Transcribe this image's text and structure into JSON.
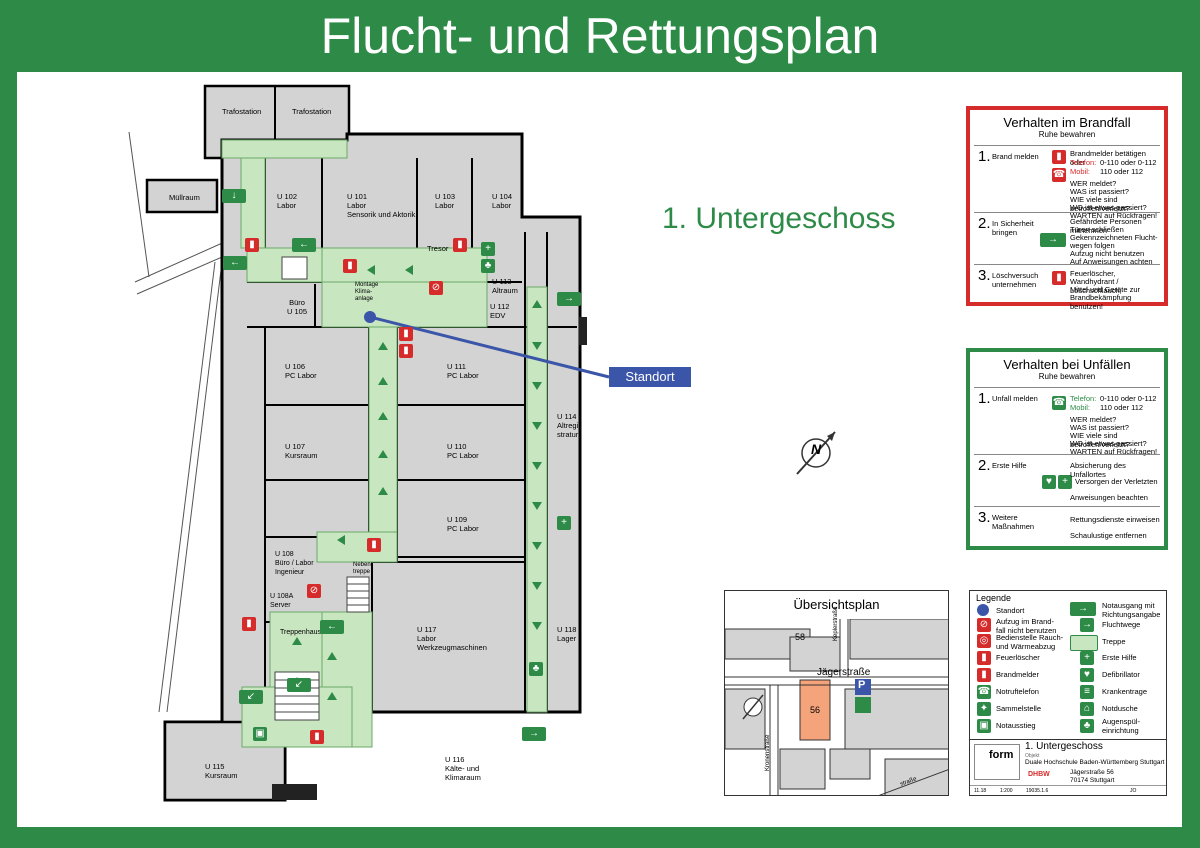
{
  "title": "Flucht- und Rettungsplan",
  "subtitle": "1. Untergeschoss",
  "standort_label": "Standort",
  "compass": "N",
  "rooms": {
    "trafo1": "Trafostation",
    "trafo2": "Trafostation",
    "muell": "Müllraum",
    "u102": "U 102\nLabor",
    "u101": "U 101\nLabor\nSensorik und Aktorik",
    "u103": "U 103\nLabor",
    "u104": "U 104\nLabor",
    "tresor": "Tresor",
    "u113": "U 113\nAltraum",
    "u112": "U 112\nEDV",
    "u105": "Büro\nU 105",
    "montage": "Montage\nKlima-\nanlage",
    "u106": "U 106\nPC Labor",
    "u111": "U 111\nPC Labor",
    "u107": "U 107\nKursraum",
    "u110": "U 110\nPC Labor",
    "u114": "U 114\nAltregi-\nstratur",
    "u109": "U 109\nPC Labor",
    "u108": "U 108\nBüro / Labor\nIngenieur",
    "u108a": "U 108A\nServer",
    "nebentreppe": "Neben-\ntreppe",
    "u117": "U 117\nLabor\nWerkzeugmaschinen",
    "u118": "U 118\nLager",
    "treppenhaus": "Treppenhaus",
    "u115": "U 115\nKursraum",
    "u116": "U 116\nKälte- und\nKlimaraum"
  },
  "brandfall": {
    "title": "Verhalten im Brandfall",
    "sub": "Ruhe bewahren",
    "s1_num": "1.",
    "s1_label": "Brand melden",
    "s1_l1": "Brandmelder betätigen oder",
    "s1_l2_label": "Telefon:",
    "s1_l2_value": "0-110 oder 0-112",
    "s1_l3_label": "Mobil:",
    "s1_l3_value": "110 oder 112",
    "s1_q": [
      "WER meldet?",
      "WAS ist passiert?",
      "WIE viele sind betroffen/verletzt?",
      "WO ist etwas passiert?",
      "WARTEN auf Rückfragen!"
    ],
    "s2_num": "2.",
    "s2_label": "In Sicherheit\nbringen",
    "s2_lines": [
      "Gefährdete Personen mitnehmen",
      "Türen schließen",
      "Gekennzeichneten Flucht-",
      "wegen folgen",
      "Aufzug nicht benutzen",
      "Auf Anweisungen achten"
    ],
    "s3_num": "3.",
    "s3_label": "Löschversuch\nunternehmen",
    "s3_lines": [
      "Feuerlöscher,",
      "Wandhydrant / Löschschlauch,",
      "Mittel und Geräte zur",
      "Brandbekämpfung benutzen!"
    ]
  },
  "unfall": {
    "title": "Verhalten bei Unfällen",
    "sub": "Ruhe bewahren",
    "s1_num": "1.",
    "s1_label": "Unfall melden",
    "s1_l1_label": "Telefon:",
    "s1_l1_value": "0-110 oder 0-112",
    "s1_l2_label": "Mobil:",
    "s1_l2_value": "110 oder 112",
    "s1_q": [
      "WER meldet?",
      "WAS ist passiert?",
      "WIE viele sind betroffen/verletzt?",
      "WO ist etwas passiert?",
      "WARTEN auf Rückfragen!"
    ],
    "s2_num": "2.",
    "s2_label": "Erste Hilfe",
    "s2_lines": [
      "Absicherung des Unfallortes",
      "Versorgen der Verletzten",
      "Anweisungen beachten"
    ],
    "s3_num": "3.",
    "s3_label": "Weitere\nMaßnahmen",
    "s3_lines": [
      "Rettungsdienste einweisen",
      "Schaulustige entfernen"
    ]
  },
  "overview": {
    "title": "Übersichtsplan",
    "building58": "58",
    "building56": "56",
    "street1": "Jägerstraße",
    "street2": "Keplerstraße",
    "street3": "Kronenstraße",
    "street4": "straße",
    "parking": "P"
  },
  "legend": {
    "title": "Legende",
    "left": [
      "Standort",
      "Aufzug im Brand-\nfall nicht benutzen",
      "Bedienstelle Rauch-\nund Wärmeabzug",
      "Feuerlöscher",
      "Brandmelder",
      "Notruftelefon",
      "Sammelstelle",
      "Notausstieg"
    ],
    "right": [
      "Notausgang mit\nRichtungsangabe",
      "Fluchtwege",
      "Treppe",
      "Erste Hilfe",
      "Defibrillator",
      "Krankentrage",
      "Notdusche",
      "Augenspül-\neinrichtung"
    ]
  },
  "titleblock": {
    "floor": "1. Untergeschoss",
    "object_label": "Objekt",
    "object": "Duale Hochschule Baden-Württemberg Stuttgart",
    "address1": "Jägerstraße 56",
    "address2": "70174 Stuttgart",
    "firm": "form",
    "dhbw": "DHBW",
    "footer": [
      "11.18",
      "1:200",
      "19035.1.6",
      "",
      "JO"
    ]
  },
  "colors": {
    "green": "#2e8b47",
    "red": "#d52b2b",
    "blue": "#3b55a8",
    "orange": "#f4a37a",
    "corridor": "#c8e6c0",
    "room": "#d3d3d3"
  }
}
